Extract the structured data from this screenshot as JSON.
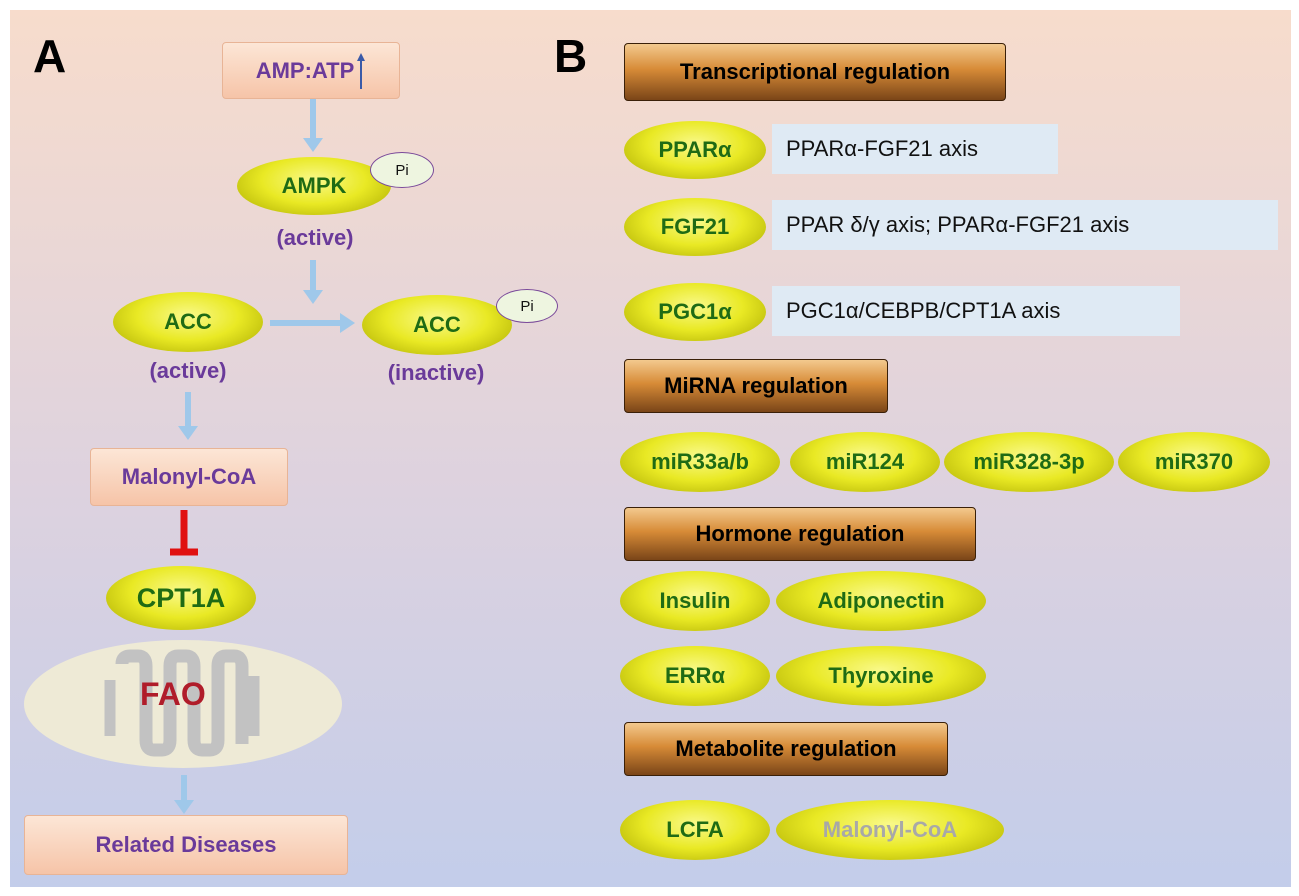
{
  "panel_a": {
    "letter": "A",
    "amp_atp": "AMP:ATP",
    "ampk": "AMPK",
    "pi_label": "Pi",
    "ampk_state": "(active)",
    "acc_left": "ACC",
    "acc_left_state": "(active)",
    "acc_right": "ACC",
    "acc_right_state": "(inactive)",
    "malonyl": "Malonyl-CoA",
    "cpt1a": "CPT1A",
    "fao": "FAO",
    "diseases": "Related Diseases"
  },
  "panel_b": {
    "letter": "B",
    "transcriptional": {
      "header": "Transcriptional regulation",
      "items": [
        {
          "label": "PPARα",
          "desc": "PPARα-FGF21 axis"
        },
        {
          "label": "FGF21",
          "desc": "PPAR δ/γ axis; PPARα-FGF21 axis"
        },
        {
          "label": "PGC1α",
          "desc": "PGC1α/CEBPB/CPT1A axis"
        }
      ]
    },
    "mirna": {
      "header": "MiRNA regulation",
      "items": [
        "miR33a/b",
        "miR124",
        "miR328-3p",
        "miR370"
      ]
    },
    "hormone": {
      "header": "Hormone regulation",
      "items": [
        "Insulin",
        "Adiponectin",
        "ERRα",
        "Thyroxine"
      ]
    },
    "metabolite": {
      "header": "Metabolite regulation",
      "items": [
        "LCFA",
        "Malonyl-CoA"
      ]
    }
  },
  "colors": {
    "ellipse_yellow": "#e9e924",
    "ellipse_text_green": "#1f6b14",
    "purple_text": "#6a3a9a",
    "arrow_blue": "#9fc8ea",
    "inhibit_red": "#e01010",
    "fao_red": "#b01c2a",
    "header_brown": "#d78b37",
    "desc_box": "#dfeaf4"
  }
}
